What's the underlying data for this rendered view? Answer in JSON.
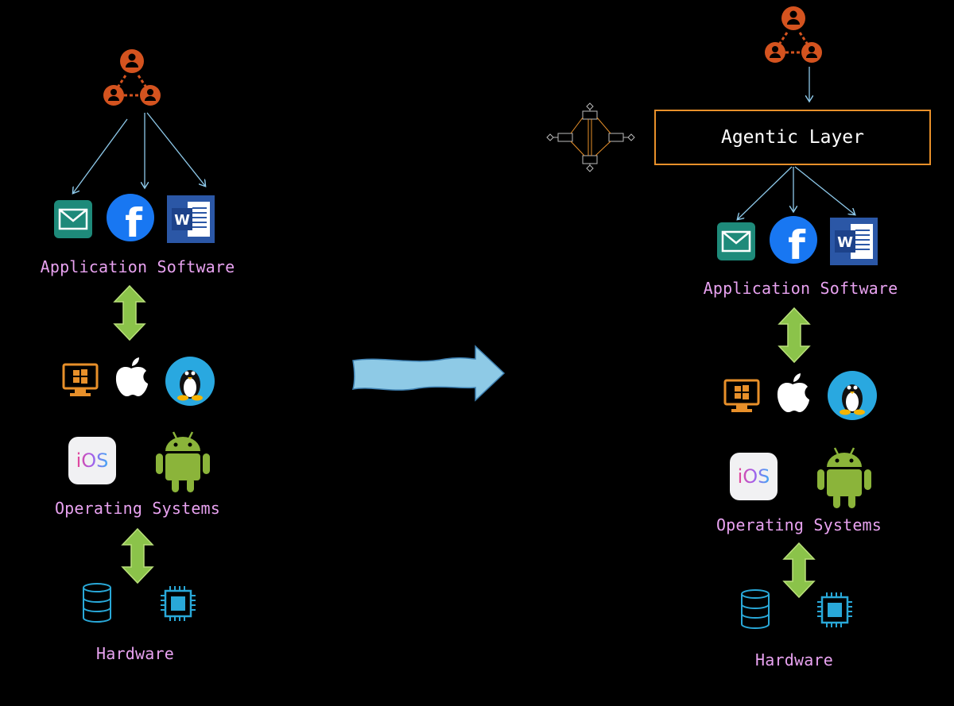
{
  "left_stack": {
    "app_label": "Application Software",
    "os_label": "Operating Systems",
    "hw_label": "Hardware"
  },
  "right_stack": {
    "agentic_label": "Agentic Layer",
    "app_label": "Application Software",
    "os_label": "Operating Systems",
    "hw_label": "Hardware"
  },
  "icons": {
    "facebook_glyph": "f",
    "ios_text": "iOS",
    "word_glyph": "W"
  },
  "colors": {
    "label": "#e8a2f0",
    "agentic_border": "#e8902a",
    "users": "#d4531f",
    "connector": "#8ec9ea",
    "double_arrow": "#8bc34a",
    "transition_arrow": "#8ecae6",
    "hardware": "#29a8d8"
  }
}
